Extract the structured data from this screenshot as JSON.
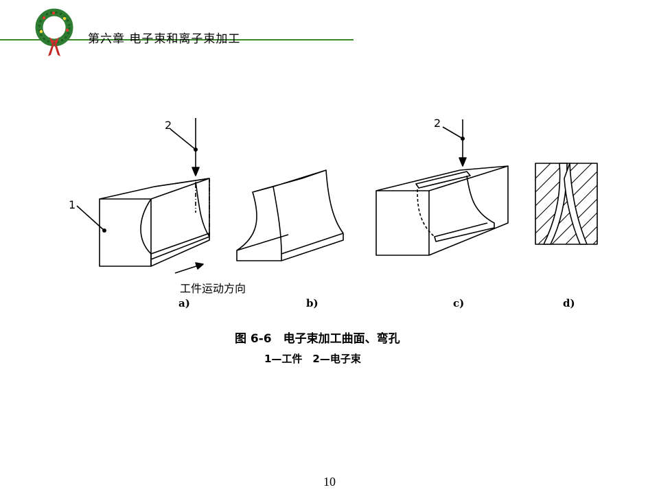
{
  "header": {
    "chapter_title": "第六章 电子束和离子束加工",
    "header_rule_color": "#3a8a2a",
    "logo_icon": "christmas-wreath-icon"
  },
  "figure": {
    "labels": {
      "workpiece_label": "1",
      "beam_label_a": "2",
      "beam_label_c": "2",
      "motion_label": "工件运动方向"
    },
    "subfigures": [
      "a)",
      "b)",
      "c)",
      "d)"
    ],
    "caption": {
      "title": "图 6-6　电子束加工曲面、弯孔",
      "legend": "1—工件　2—电子束"
    }
  },
  "footer": {
    "page_number": "10"
  }
}
